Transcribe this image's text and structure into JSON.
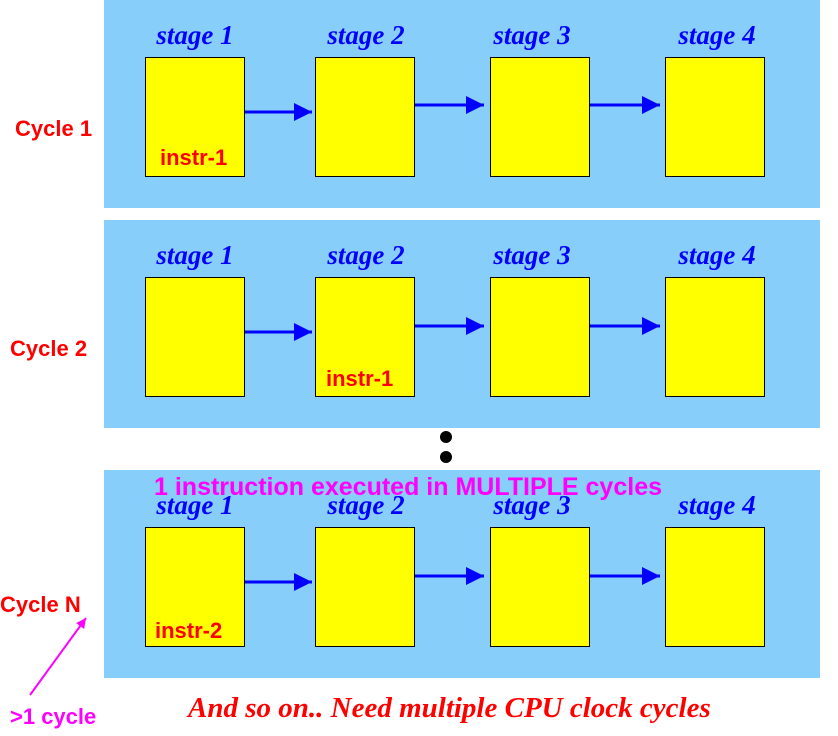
{
  "stages": [
    "stage 1",
    "stage 2",
    "stage 3",
    "stage 4"
  ],
  "cycles": [
    {
      "label": "Cycle 1",
      "instr": "instr-1",
      "instr_stage": 1
    },
    {
      "label": "Cycle 2",
      "instr": "instr-1",
      "instr_stage": 2
    },
    {
      "label": "Cycle N",
      "instr": "instr-2",
      "instr_stage": 1
    }
  ],
  "overlay_note": "1 instruction executed in MULTIPLE cycles",
  "cycle_note": ">1 cycle",
  "footer": "And so on.. Need multiple CPU clock cycles",
  "colors": {
    "panel": "#87cefa",
    "box": "#ffff00",
    "arrow": "#0000ff",
    "cycle_label": "#ff0000",
    "note": "#ff00ff"
  }
}
